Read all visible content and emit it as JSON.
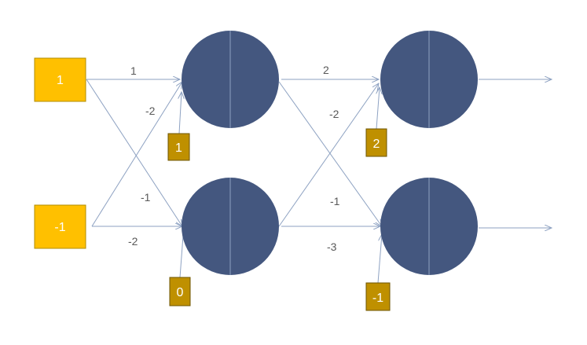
{
  "colors": {
    "input_fill": "#ffc000",
    "bias_fill": "#bf9000",
    "neuron_fill": "#44577f",
    "edge": "#8ea2c2",
    "label": "#595959"
  },
  "inputs": [
    {
      "id": "x1",
      "value": "1"
    },
    {
      "id": "x2",
      "value": "-1"
    }
  ],
  "neurons": [
    {
      "id": "h1",
      "layer": "hidden",
      "bias": "1"
    },
    {
      "id": "h2",
      "layer": "hidden",
      "bias": "0"
    },
    {
      "id": "o1",
      "layer": "output",
      "bias": "2"
    },
    {
      "id": "o2",
      "layer": "output",
      "bias": "-1"
    }
  ],
  "connections": [
    {
      "from": "x1",
      "to": "h1",
      "weight": "1"
    },
    {
      "from": "x1",
      "to": "h2",
      "weight": "-1"
    },
    {
      "from": "x2",
      "to": "h1",
      "weight": "-2"
    },
    {
      "from": "x2",
      "to": "h2",
      "weight": "-2"
    },
    {
      "from": "h1",
      "to": "o1",
      "weight": "2"
    },
    {
      "from": "h1",
      "to": "o2",
      "weight": "-1"
    },
    {
      "from": "h2",
      "to": "o1",
      "weight": "-2"
    },
    {
      "from": "h2",
      "to": "o2",
      "weight": "-3"
    }
  ]
}
